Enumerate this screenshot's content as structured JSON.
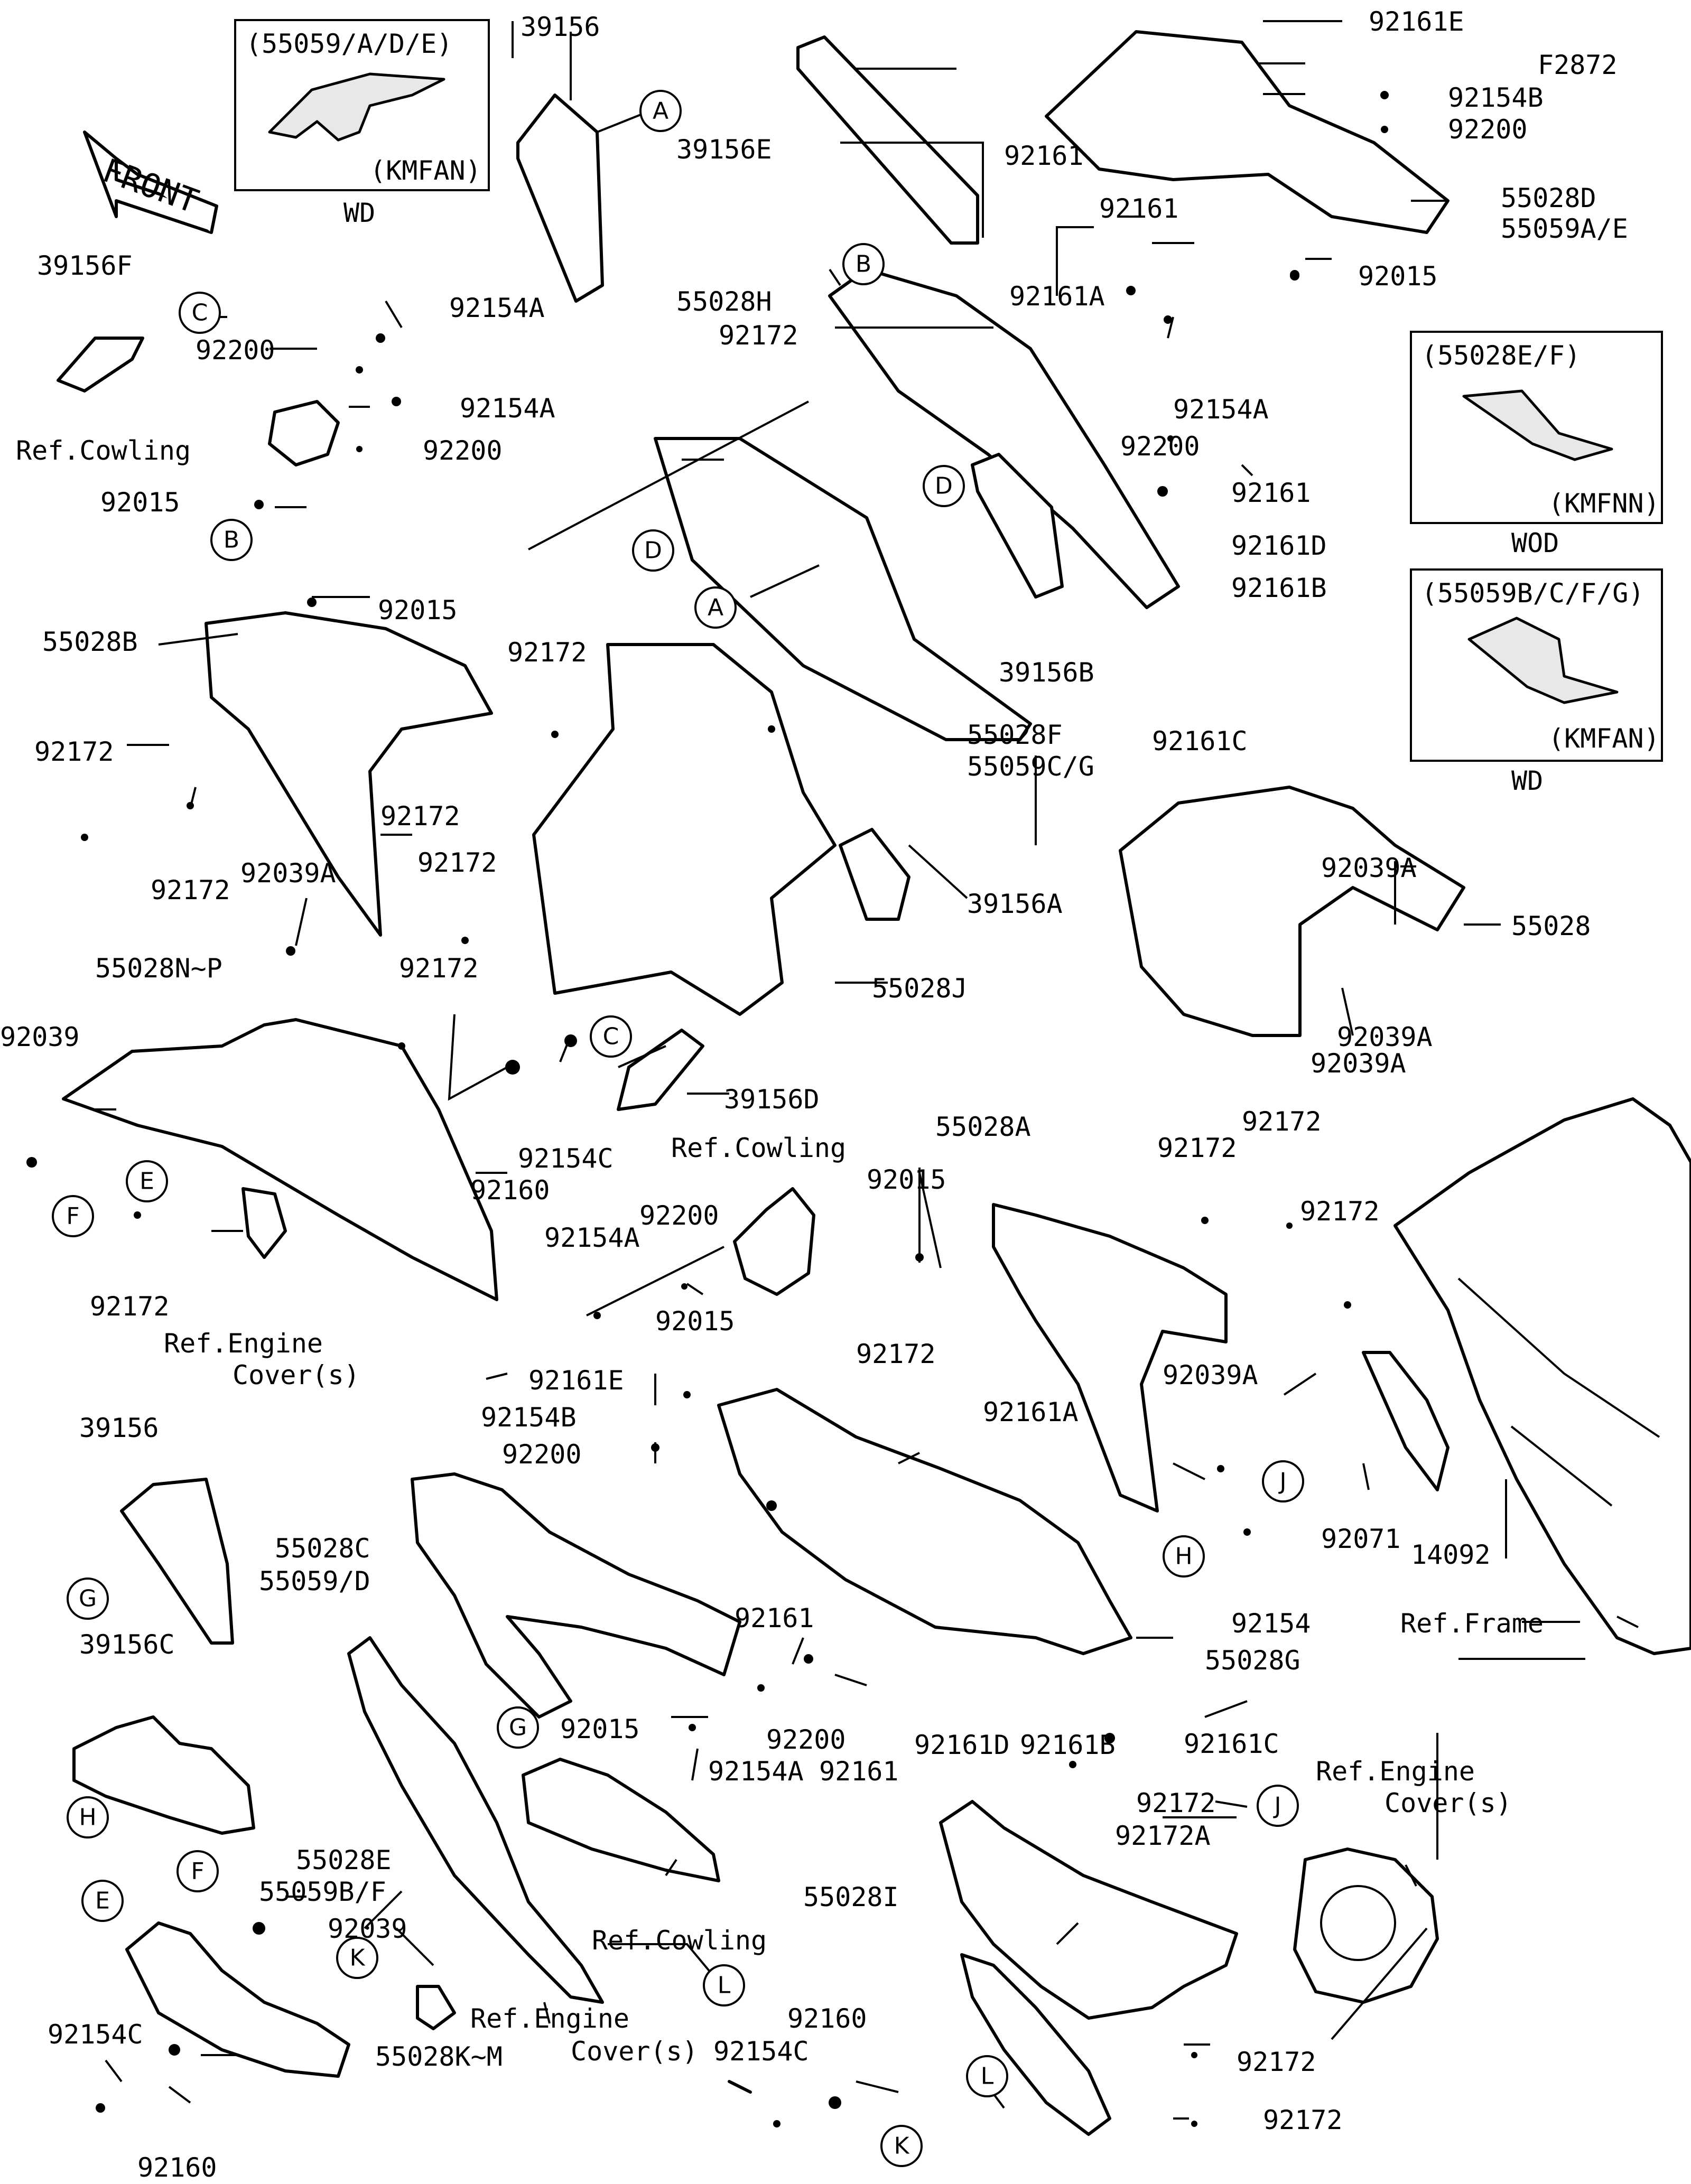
{
  "diagram": {
    "code": "F2872",
    "front_label": "FRONT",
    "insets": {
      "wd_top": {
        "title": "(55059/A/D/E)",
        "model": "(KMFAN)",
        "caption": "WD"
      },
      "wod": {
        "title": "(55028E/F)",
        "model": "(KMFNN)",
        "caption": "WOD"
      },
      "wd_right": {
        "title": "(55059B/C/F/G)",
        "model": "(KMFAN)",
        "caption": "WD"
      }
    },
    "refs": {
      "cowling": "Ref.Cowling",
      "engine_cover_line1": "Ref.Engine",
      "engine_cover_line2": "Cover(s)",
      "frame": "Ref.Frame"
    },
    "callouts": [
      "A",
      "B",
      "C",
      "D",
      "E",
      "F",
      "G",
      "H",
      "J",
      "K",
      "L"
    ],
    "parts": {
      "p39156": "39156",
      "p39156A": "39156A",
      "p39156B": "39156B",
      "p39156C": "39156C",
      "p39156D": "39156D",
      "p39156E": "39156E",
      "p39156F": "39156F",
      "p55028": "55028",
      "p55028A": "55028A",
      "p55028B": "55028B",
      "p55028C": "55028C",
      "p55059D": "55059/D",
      "p55028D": "55028D",
      "p55059AE": "55059A/E",
      "p55028E": "55028E",
      "p55059BF": "55059B/F",
      "p55028F": "55028F",
      "p55059CG": "55059C/G",
      "p55028G": "55028G",
      "p55028H": "55028H",
      "p55028I": "55028I",
      "p55028J": "55028J",
      "p55028KM": "55028K~M",
      "p55028NP": "55028N~P",
      "p14092": "14092",
      "p92015": "92015",
      "p92039": "92039",
      "p92039A": "92039A",
      "p92071": "92071",
      "p92154": "92154",
      "p92154A": "92154A",
      "p92154B": "92154B",
      "p92154C": "92154C",
      "p92160": "92160",
      "p92161": "92161",
      "p92161A": "92161A",
      "p92161B": "92161B",
      "p92161C": "92161C",
      "p92161D": "92161D",
      "p92161E": "92161E",
      "p92172": "92172",
      "p92172A": "92172A",
      "p92200": "92200"
    }
  }
}
